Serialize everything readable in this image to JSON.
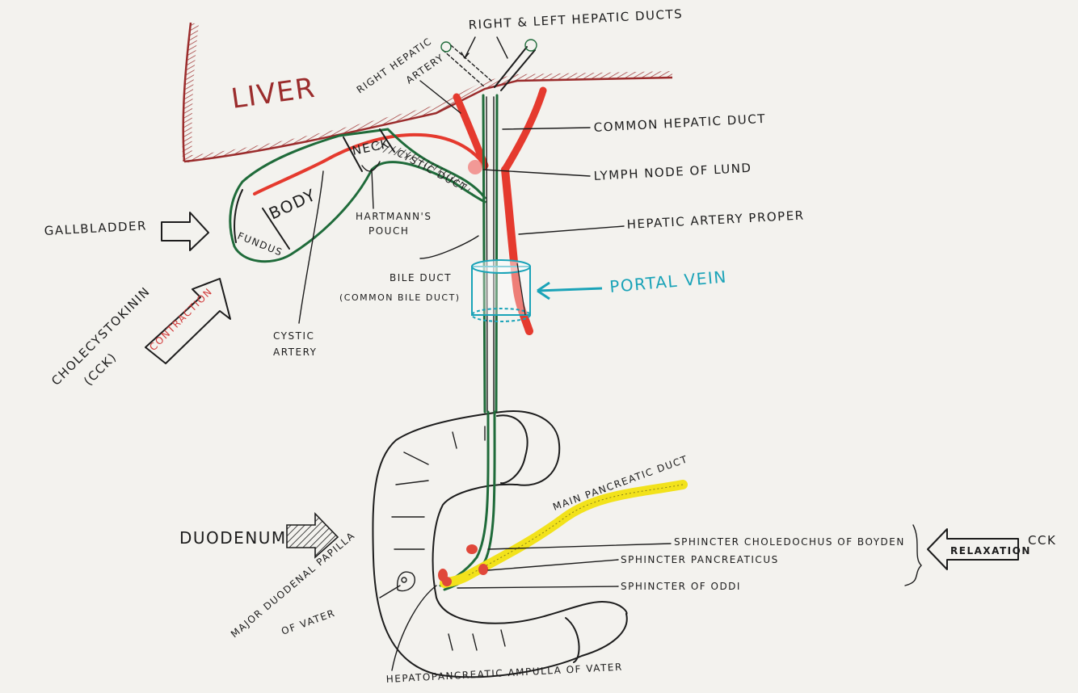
{
  "colors": {
    "background": "#f3f2ee",
    "ink": "#1c1c1c",
    "liver": "#9b2c2c",
    "artery": "#e53a2e",
    "duct_outline": "#1f6b3a",
    "portal_vein": "#1aa3b8",
    "pancreatic_duct": "#f2e21b",
    "contraction_text": "#d23a3a",
    "sphincter": "#e0473a"
  },
  "labels": {
    "liver": "LIVER",
    "right_left_hepatic_ducts": "RIGHT & LEFT HEPATIC DUCTS",
    "right_hepatic_artery_1": "RIGHT HEPATIC",
    "right_hepatic_artery_2": "ARTERY",
    "common_hepatic_duct": "COMMON HEPATIC DUCT",
    "lymph_node": "LYMPH NODE OF LUND",
    "hepatic_artery_proper": "HEPATIC ARTERY PROPER",
    "portal_vein": "PORTAL VEIN",
    "neck": "NECK",
    "body": "BODY",
    "fundus": "FUNDUS",
    "cystic_duct": "CYSTIC DUCT",
    "hartmann_1": "HARTMANN'S",
    "hartmann_2": "POUCH",
    "gallbladder": "GALLBLADDER",
    "bile_duct_1": "BILE DUCT",
    "bile_duct_2": "(COMMON BILE DUCT)",
    "cystic_artery_1": "CYSTIC",
    "cystic_artery_2": "ARTERY",
    "cholecystokinin_1": "CHOLECYSTOKININ",
    "cholecystokinin_2": "(CCK)",
    "contraction": "CONTRACTION",
    "main_pancreatic_duct": "MAIN PANCREATIC DUCT",
    "duodenum": "DUODENUM",
    "sphincter_choledochus": "SPHINCTER CHOLEDOCHUS OF BOYDEN",
    "sphincter_pancreaticus": "SPHINCTER PANCREATICUS",
    "sphincter_oddi": "SPHINCTER OF ODDI",
    "relaxation": "RELAXATION",
    "cck": "CCK",
    "major_papilla_1": "MAJOR DUODENAL PAPILLA",
    "major_papilla_2": "OF VATER",
    "hepatopancreatic_ampulla": "HEPATOPANCREATIC AMPULLA OF VATER"
  }
}
